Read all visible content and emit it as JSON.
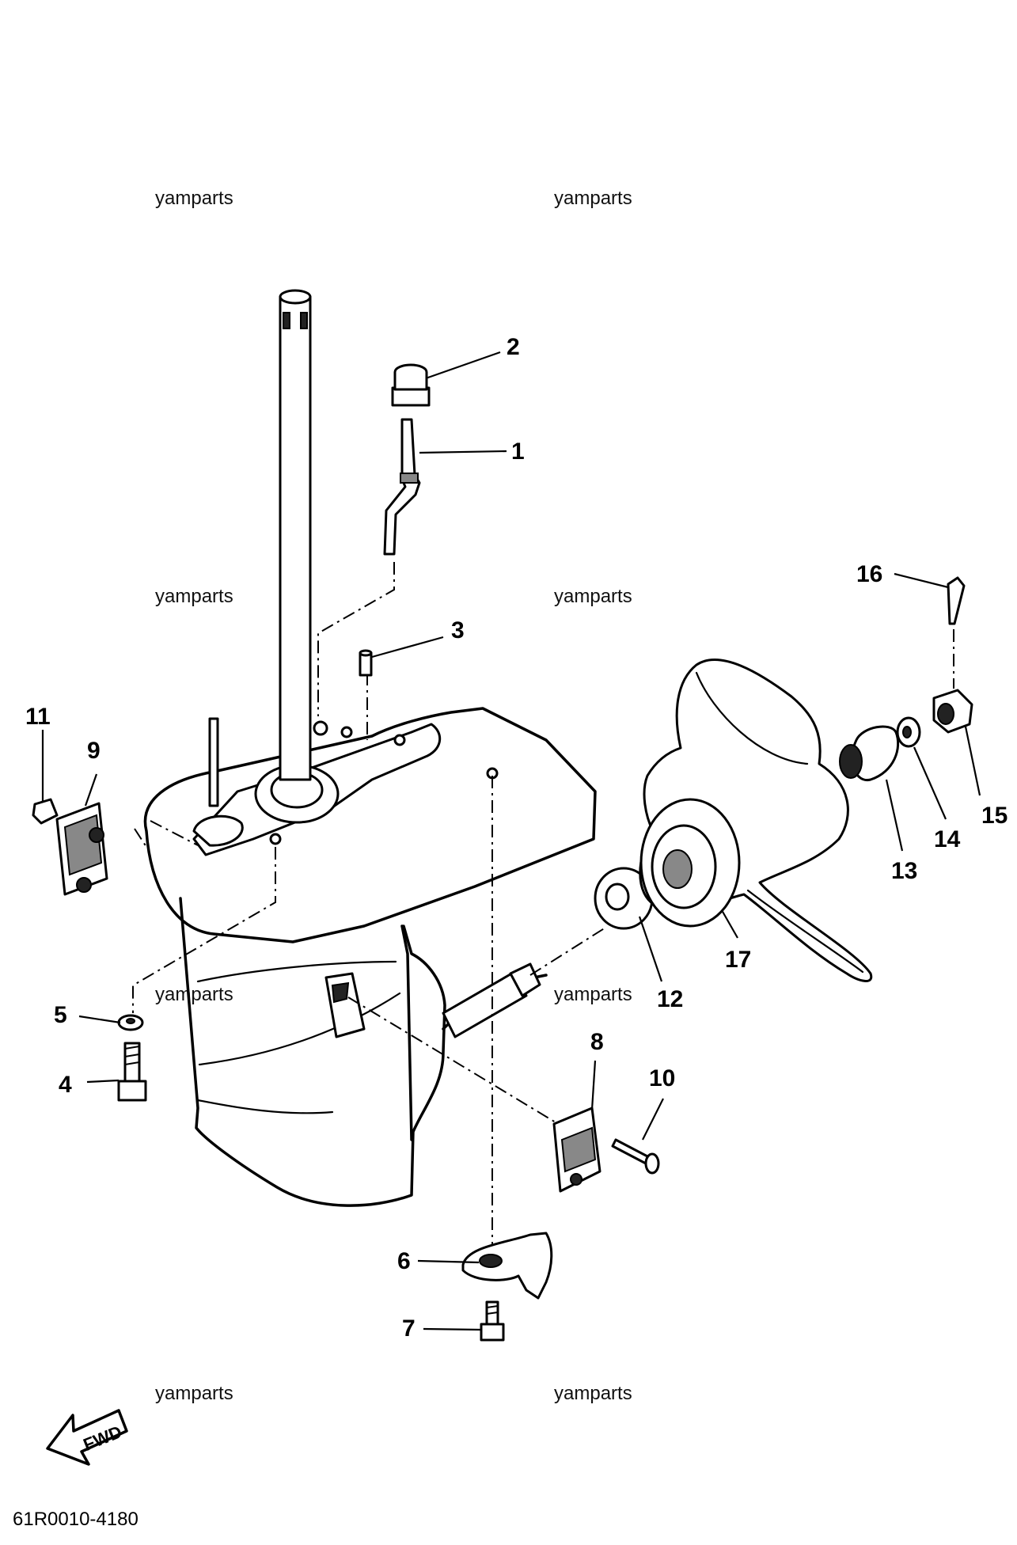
{
  "watermark": "yamparts",
  "diagram_code": "61R0010-4180",
  "direction_label": "FWD",
  "callouts": [
    "1",
    "2",
    "3",
    "4",
    "5",
    "6",
    "7",
    "8",
    "9",
    "10",
    "11",
    "12",
    "13",
    "14",
    "15",
    "16",
    "17"
  ]
}
